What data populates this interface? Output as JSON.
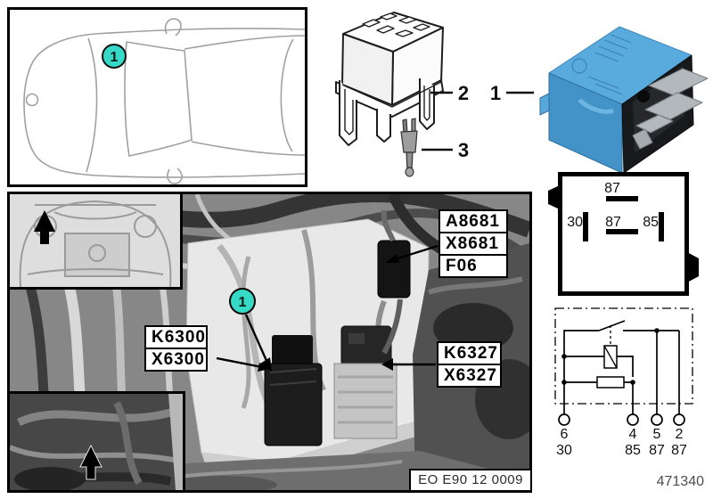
{
  "part_number": "471340",
  "stamp_code": "EO E90 12 0009",
  "callouts": {
    "car_marker": "1",
    "relay_item": "1",
    "socket_item": "2",
    "pin_item": "3",
    "photo_marker": "1"
  },
  "pin_diagram": {
    "top_87": "87",
    "left_30": "30",
    "mid_87": "87",
    "right_85": "85"
  },
  "schematic": {
    "pins": [
      "6",
      "4",
      "5",
      "2"
    ],
    "terminals": [
      "30",
      "85",
      "87",
      "87"
    ]
  },
  "photo_labels": {
    "fuse_connector": [
      "A8681",
      "X8681",
      "F06"
    ],
    "relay_k6300": [
      "K6300",
      "X6300"
    ],
    "relay_k6327": [
      "K6327",
      "X6327"
    ]
  },
  "colors": {
    "marker_cyan": "#35d9c6",
    "relay_blue": "#4f9fd4",
    "outline_gray": "#a0a0a0"
  }
}
